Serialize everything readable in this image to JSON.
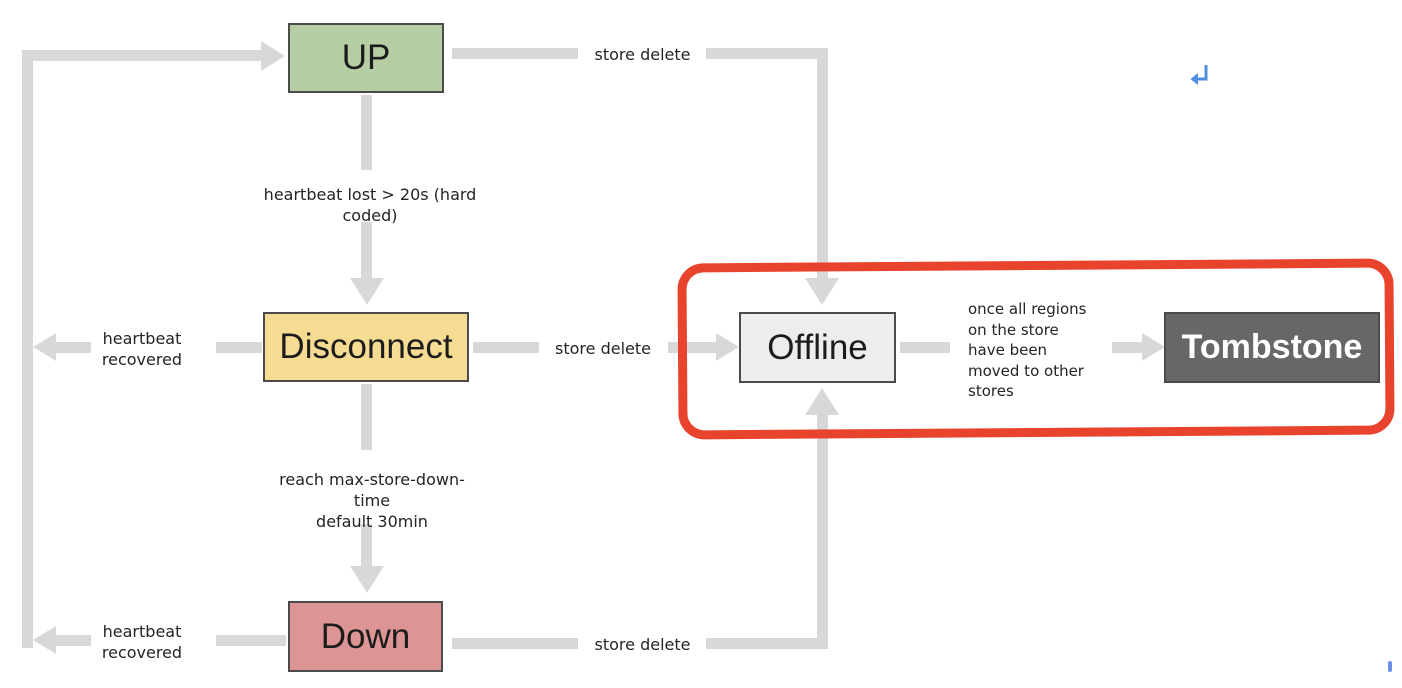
{
  "colors": {
    "highlight_red": "#e8432d",
    "arrow_gray": "#d8d8d8",
    "node_border": "#4b4b4b",
    "up_fill": "#b6cea4",
    "disconnect_fill": "#f6dc92",
    "down_fill": "#dc9494",
    "offline_fill": "#ededee",
    "tombstone_fill": "#676767",
    "icon_blue": "#4f8fe3"
  },
  "nodes": {
    "up": "UP",
    "disconnect": "Disconnect",
    "down": "Down",
    "offline": "Offline",
    "tombstone": "Tombstone"
  },
  "edge_labels": {
    "store_delete_top": "store delete",
    "store_delete_mid": "store delete",
    "store_delete_bottom": "store delete",
    "heartbeat_lost": "heartbeat lost > 20s (hard coded)",
    "heartbeat_recovered_mid": [
      "heartbeat",
      "recovered"
    ],
    "heartbeat_recovered_bottom": [
      "heartbeat",
      "recovered"
    ],
    "max_store_down_time": [
      "reach max-store-down-time",
      "default 30min"
    ],
    "tombstone_condition": [
      "once all regions",
      "on the store",
      "have been",
      "moved to other",
      "stores"
    ]
  }
}
